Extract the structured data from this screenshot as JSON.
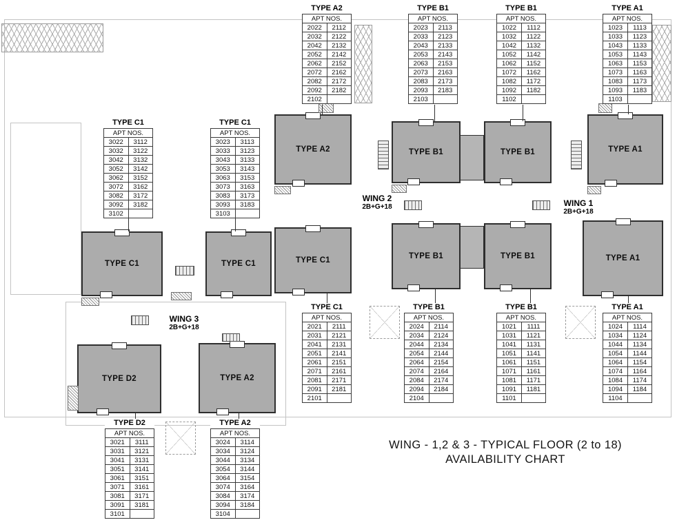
{
  "title": {
    "line1": "WING - 1,2 & 3 - TYPICAL FLOOR (2 to 18)",
    "line2": "AVAILABILITY CHART"
  },
  "colors": {
    "unit_fill": "#ACACAC",
    "unit_border": "#2E2E2E",
    "background": "#FFFFFF"
  },
  "wings": [
    {
      "name": "WING 1",
      "spec": "2B+G+18"
    },
    {
      "name": "WING 2",
      "spec": "2B+G+18"
    },
    {
      "name": "WING 3",
      "spec": "2B+G+18"
    }
  ],
  "plan_units": [
    {
      "label": "TYPE A2"
    },
    {
      "label": "TYPE B1"
    },
    {
      "label": "TYPE B1"
    },
    {
      "label": "TYPE A1"
    },
    {
      "label": "TYPE C1"
    },
    {
      "label": "TYPE C1"
    },
    {
      "label": "TYPE C1"
    },
    {
      "label": "TYPE B1"
    },
    {
      "label": "TYPE B1"
    },
    {
      "label": "TYPE A1"
    },
    {
      "label": "TYPE D2"
    },
    {
      "label": "TYPE A2"
    }
  ],
  "tables": [
    {
      "type": "TYPE A2",
      "header": "APT NOS.",
      "rows": [
        [
          "2022",
          "2112"
        ],
        [
          "2032",
          "2122"
        ],
        [
          "2042",
          "2132"
        ],
        [
          "2052",
          "2142"
        ],
        [
          "2062",
          "2152"
        ],
        [
          "2072",
          "2162"
        ],
        [
          "2082",
          "2172"
        ],
        [
          "2092",
          "2182"
        ],
        [
          "2102",
          ""
        ]
      ]
    },
    {
      "type": "TYPE B1",
      "header": "APT NOS.",
      "rows": [
        [
          "2023",
          "2113"
        ],
        [
          "2033",
          "2123"
        ],
        [
          "2043",
          "2133"
        ],
        [
          "2053",
          "2143"
        ],
        [
          "2063",
          "2153"
        ],
        [
          "2073",
          "2163"
        ],
        [
          "2083",
          "2173"
        ],
        [
          "2093",
          "2183"
        ],
        [
          "2103",
          ""
        ]
      ]
    },
    {
      "type": "TYPE B1",
      "header": "APT NOS.",
      "rows": [
        [
          "1022",
          "1112"
        ],
        [
          "1032",
          "1122"
        ],
        [
          "1042",
          "1132"
        ],
        [
          "1052",
          "1142"
        ],
        [
          "1062",
          "1152"
        ],
        [
          "1072",
          "1162"
        ],
        [
          "1082",
          "1172"
        ],
        [
          "1092",
          "1182"
        ],
        [
          "1102",
          ""
        ]
      ]
    },
    {
      "type": "TYPE A1",
      "header": "APT NOS.",
      "rows": [
        [
          "1023",
          "1113"
        ],
        [
          "1033",
          "1123"
        ],
        [
          "1043",
          "1133"
        ],
        [
          "1053",
          "1143"
        ],
        [
          "1063",
          "1153"
        ],
        [
          "1073",
          "1163"
        ],
        [
          "1083",
          "1173"
        ],
        [
          "1093",
          "1183"
        ],
        [
          "1103",
          ""
        ]
      ]
    },
    {
      "type": "TYPE C1",
      "header": "APT NOS.",
      "rows": [
        [
          "3022",
          "3112"
        ],
        [
          "3032",
          "3122"
        ],
        [
          "3042",
          "3132"
        ],
        [
          "3052",
          "3142"
        ],
        [
          "3062",
          "3152"
        ],
        [
          "3072",
          "3162"
        ],
        [
          "3082",
          "3172"
        ],
        [
          "3092",
          "3182"
        ],
        [
          "3102",
          ""
        ]
      ]
    },
    {
      "type": "TYPE C1",
      "header": "APT NOS.",
      "rows": [
        [
          "3023",
          "3113"
        ],
        [
          "3033",
          "3123"
        ],
        [
          "3043",
          "3133"
        ],
        [
          "3053",
          "3143"
        ],
        [
          "3063",
          "3153"
        ],
        [
          "3073",
          "3163"
        ],
        [
          "3083",
          "3173"
        ],
        [
          "3093",
          "3183"
        ],
        [
          "3103",
          ""
        ]
      ]
    },
    {
      "type": "TYPE C1",
      "header": "APT NOS.",
      "rows": [
        [
          "2021",
          "2111"
        ],
        [
          "2031",
          "2121"
        ],
        [
          "2041",
          "2131"
        ],
        [
          "2051",
          "2141"
        ],
        [
          "2061",
          "2151"
        ],
        [
          "2071",
          "2161"
        ],
        [
          "2081",
          "2171"
        ],
        [
          "2091",
          "2181"
        ],
        [
          "2101",
          ""
        ]
      ]
    },
    {
      "type": "TYPE B1",
      "header": "APT NOS.",
      "rows": [
        [
          "2024",
          "2114"
        ],
        [
          "2034",
          "2124"
        ],
        [
          "2044",
          "2134"
        ],
        [
          "2054",
          "2144"
        ],
        [
          "2064",
          "2154"
        ],
        [
          "2074",
          "2164"
        ],
        [
          "2084",
          "2174"
        ],
        [
          "2094",
          "2184"
        ],
        [
          "2104",
          ""
        ]
      ]
    },
    {
      "type": "TYPE B1",
      "header": "APT NOS.",
      "rows": [
        [
          "1021",
          "1111"
        ],
        [
          "1031",
          "1121"
        ],
        [
          "1041",
          "1131"
        ],
        [
          "1051",
          "1141"
        ],
        [
          "1061",
          "1151"
        ],
        [
          "1071",
          "1161"
        ],
        [
          "1081",
          "1171"
        ],
        [
          "1091",
          "1181"
        ],
        [
          "1101",
          ""
        ]
      ]
    },
    {
      "type": "TYPE A1",
      "header": "APT NOS.",
      "rows": [
        [
          "1024",
          "1114"
        ],
        [
          "1034",
          "1124"
        ],
        [
          "1044",
          "1134"
        ],
        [
          "1054",
          "1144"
        ],
        [
          "1064",
          "1154"
        ],
        [
          "1074",
          "1164"
        ],
        [
          "1084",
          "1174"
        ],
        [
          "1094",
          "1184"
        ],
        [
          "1104",
          ""
        ]
      ]
    },
    {
      "type": "TYPE D2",
      "header": "APT NOS.",
      "rows": [
        [
          "3021",
          "3111"
        ],
        [
          "3031",
          "3121"
        ],
        [
          "3041",
          "3131"
        ],
        [
          "3051",
          "3141"
        ],
        [
          "3061",
          "3151"
        ],
        [
          "3071",
          "3161"
        ],
        [
          "3081",
          "3171"
        ],
        [
          "3091",
          "3181"
        ],
        [
          "3101",
          ""
        ]
      ]
    },
    {
      "type": "TYPE A2",
      "header": "APT NOS.",
      "rows": [
        [
          "3024",
          "3114"
        ],
        [
          "3034",
          "3124"
        ],
        [
          "3044",
          "3134"
        ],
        [
          "3054",
          "3144"
        ],
        [
          "3064",
          "3154"
        ],
        [
          "3074",
          "3164"
        ],
        [
          "3084",
          "3174"
        ],
        [
          "3094",
          "3184"
        ],
        [
          "3104",
          ""
        ]
      ]
    }
  ]
}
